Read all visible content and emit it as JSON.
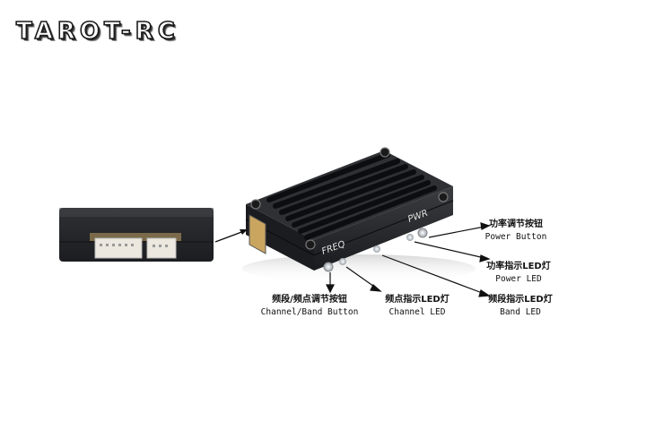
{
  "brand": {
    "logo_text": "TAROT-RC"
  },
  "device": {
    "silkscreen": {
      "freq": "FREQ",
      "pwr": "PWR"
    },
    "colors": {
      "body": "#2a2c30",
      "fins": "#0e0f11",
      "connector": "#e8e4da",
      "led": "#d8dde2"
    }
  },
  "callouts": [
    {
      "id": "power-button",
      "zh": "功率调节按钮",
      "en": "Power Button"
    },
    {
      "id": "power-led",
      "zh": "功率指示LED灯",
      "en": "Power LED"
    },
    {
      "id": "channel-band-button",
      "zh": "频段/频点调节按钮",
      "en": "Channel/Band Button"
    },
    {
      "id": "channel-led",
      "zh": "频点指示LED灯",
      "en": "Channel LED"
    },
    {
      "id": "band-led",
      "zh": "频段指示LED灯",
      "en": "Band LED"
    }
  ]
}
